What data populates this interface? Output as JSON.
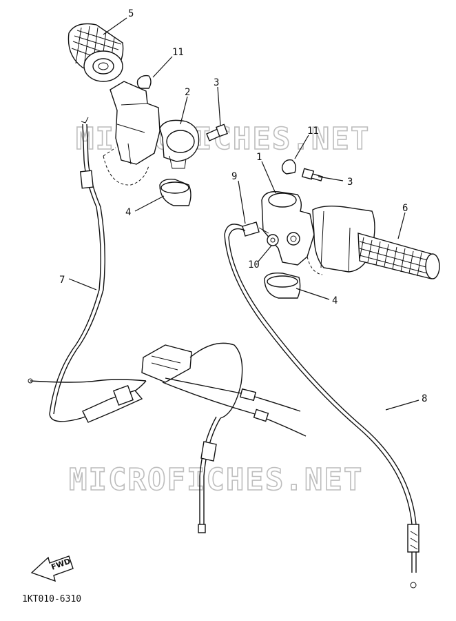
{
  "diagram": {
    "callouts": [
      {
        "id": "c5",
        "label": "5"
      },
      {
        "id": "c11a",
        "label": "11"
      },
      {
        "id": "c2",
        "label": "2"
      },
      {
        "id": "c3a",
        "label": "3"
      },
      {
        "id": "c11b",
        "label": "11"
      },
      {
        "id": "c1",
        "label": "1"
      },
      {
        "id": "c3b",
        "label": "3"
      },
      {
        "id": "c9",
        "label": "9"
      },
      {
        "id": "c4a",
        "label": "4"
      },
      {
        "id": "c6",
        "label": "6"
      },
      {
        "id": "c10",
        "label": "10"
      },
      {
        "id": "c4b",
        "label": "4"
      },
      {
        "id": "c7",
        "label": "7"
      },
      {
        "id": "c8",
        "label": "8"
      }
    ],
    "watermark_top": "MICROFICHES.NET",
    "watermark_bottom": "MICROFICHES.NET",
    "forward_label": "FWD",
    "diagram_code": "1KT010-6310"
  },
  "colors": {
    "line": "#111111",
    "watermark_outline": "#bdbdbd",
    "background": "#ffffff"
  }
}
